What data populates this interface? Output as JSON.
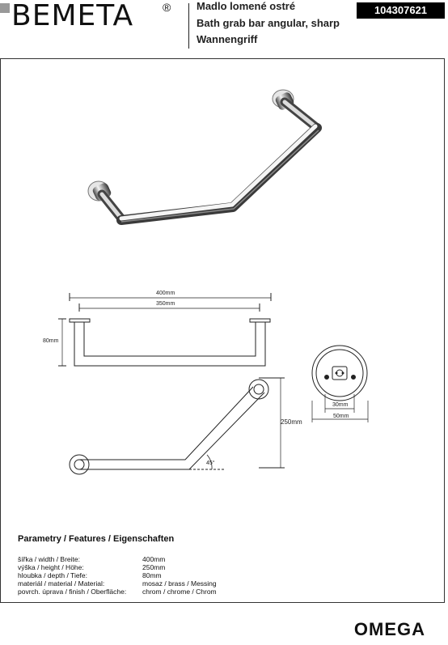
{
  "header": {
    "brand": "BEMETA",
    "registered": "®",
    "title_cz": "Madlo lomené ostré",
    "title_en": "Bath grab bar angular, sharp",
    "title_de": "Wannengriff",
    "product_code": "104307621"
  },
  "drawing": {
    "dim_total_width": "400mm",
    "dim_inner_width": "350mm",
    "dim_depth": "80mm",
    "dim_height": "250mm",
    "dim_angle": "45°",
    "dim_inner_diameter": "30mm",
    "dim_outer_diameter": "50mm"
  },
  "parameters": {
    "title": "Parametry / Features / Eigenschaften",
    "rows": [
      {
        "label": "šířka / width / Breite:",
        "value": "400mm"
      },
      {
        "label": "výška / height / Höhe:",
        "value": "250mm"
      },
      {
        "label": "hloubka / depth / Tiefe:",
        "value": "80mm"
      },
      {
        "label": "materiál / material / Material:",
        "value": "mosaz / brass / Messing"
      },
      {
        "label": "povrch. úprava / finish / Oberfläche:",
        "value": "chrom / chrome / Chrom"
      }
    ]
  },
  "footer": {
    "series": "OMEGA"
  }
}
